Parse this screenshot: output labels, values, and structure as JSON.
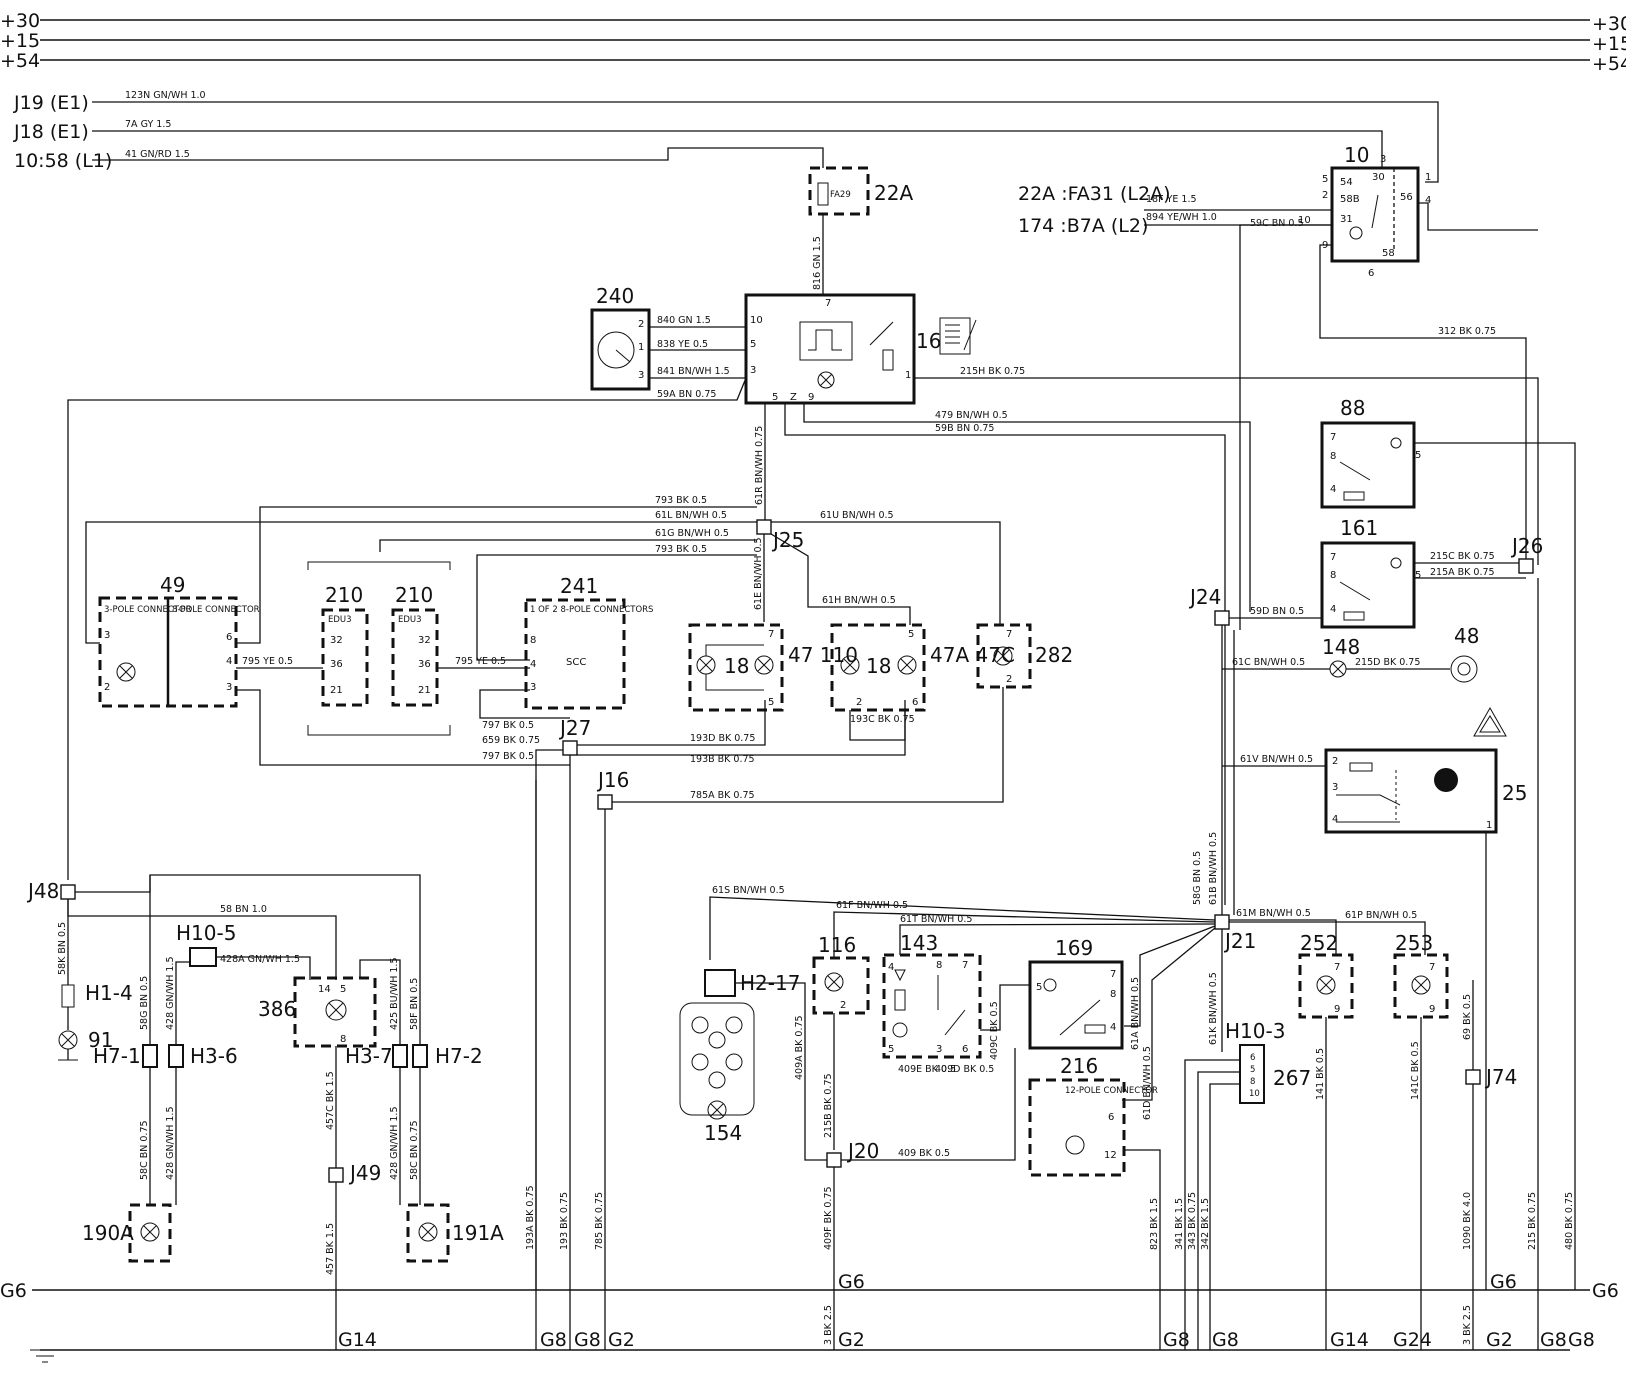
{
  "power_rails": [
    "+30",
    "+15",
    "+54"
  ],
  "ground_rail": "G6",
  "inputs": [
    {
      "label": "J19 (E1)",
      "wire": "123N GN/WH 1.0"
    },
    {
      "label": "J18 (E1)",
      "wire": "7A GY 1.5"
    },
    {
      "label": "10:58 (L1)",
      "wire": "41 GN/RD 1.5"
    }
  ],
  "fuse_refs": [
    "22A :FA31 (L2A)",
    "174 :B7A (L2)"
  ],
  "components": {
    "c22A": "22A",
    "fa29": "FA29",
    "c240": "240",
    "c16": "16",
    "c10": "10",
    "c88": "88",
    "c161": "161",
    "c49": "49",
    "conn3": "3-POLE CONNECTOR",
    "conn8": "8-POLE CONNECTOR",
    "c210a": "210",
    "c210b": "210",
    "edu3": "EDU3",
    "c241": "241",
    "c241_note": "1 OF 2 8-POLE CONNECTORS",
    "scc": "SCC",
    "c18a": "18",
    "c47_110": "47 110",
    "c18b": "18",
    "c47A_47C": "47A 47C",
    "c282": "282",
    "c48": "48",
    "c148": "148",
    "c25": "25",
    "c116": "116",
    "c143": "143",
    "c169": "169",
    "c216": "216",
    "c216_note": "12-POLE CONNECTOR",
    "c252": "252",
    "c253": "253",
    "c267": "267",
    "c154": "154",
    "c386": "386",
    "c91": "91",
    "c190A": "190A",
    "c191A": "191A"
  },
  "junctions": {
    "J25": "J25",
    "J26": "J26",
    "J24": "J24",
    "J27": "J27",
    "J16": "J16",
    "J21": "J21",
    "J48": "J48",
    "J49": "J49",
    "J20": "J20",
    "J74": "J74",
    "H10_5": "H10-5",
    "H1_4": "H1-4",
    "H7_1": "H7-1",
    "H3_6": "H3-6",
    "H3_7": "H3-7",
    "H7_2": "H7-2",
    "H2_17": "H2-17",
    "H10_3": "H10-3"
  },
  "wires": {
    "w816": "816 GN 1.5",
    "w840": "840 GN 1.5",
    "w838": "838 YE 0.5",
    "w841": "841 BN/WH 1.5",
    "w59A": "59A BN 0.75",
    "w215H": "215H BK 0.75",
    "w479": "479 BN/WH 0.5",
    "w59B": "59B BN 0.75",
    "w61R": "61R BN/WH 0.75",
    "w18F": "18F YE 1.5",
    "w894": "894 YE/WH 1.0",
    "w59C": "59C BN 0.5",
    "w312": "312 BK 0.75",
    "w793a": "793 BK 0.5",
    "w61L": "61L BN/WH 0.5",
    "w61G": "61G BN/WH 0.5",
    "w793b": "793 BK 0.5",
    "w61U": "61U BN/WH 0.5",
    "w61E": "61E BN/WH 0.5",
    "w61H": "61H BN/WH 0.5",
    "w795a": "795 YE 0.5",
    "w795b": "795 YE 0.5",
    "w797a": "797 BK 0.5",
    "w659": "659 BK 0.75",
    "w797b": "797 BK 0.5",
    "w193D": "193D BK 0.75",
    "w193B": "193B BK 0.75",
    "w193C": "193C BK 0.75",
    "w785A": "785A BK 0.75",
    "w215C": "215C BK 0.75",
    "w215A": "215A BK 0.75",
    "w59D": "59D BN 0.5",
    "w61C": "61C BN/WH 0.5",
    "w215D": "215D BK 0.75",
    "w61V": "61V BN/WH 0.5",
    "w58G": "58G BN 0.5",
    "w61B": "61B BN/WH 0.5",
    "w61S": "61S BN/WH 0.5",
    "w61F": "61F BN/WH 0.5",
    "w61T": "61T BN/WH 0.5",
    "w61M": "61M BN/WH 0.5",
    "w61P": "61P BN/WH 0.5",
    "w61A": "61A BN/WH 0.5",
    "w61D": "61D BN/WH 0.5",
    "w61K": "61K BN/WH 0.5",
    "w409C": "409C BK 0.5",
    "w409E": "409E BK 0.5",
    "w409D": "409D BK 0.5",
    "w409A": "409A BK 0.75",
    "w215B": "215B BK 0.75",
    "w409": "409 BK 0.5",
    "w409F": "409F BK 0.75",
    "w58": "58 BN 1.0",
    "w58K": "58K BN 0.5",
    "w428A": "428A GN/WH 1.5",
    "w58G2": "58G BN 0.5",
    "w428": "428 GN/WH 1.5",
    "w425": "425 BU/WH 1.5",
    "w58F": "58F BN 0.5",
    "w457C": "457C BK 1.5",
    "w58C": "58C BN 0.75",
    "w428B": "428 GN/WH 1.5",
    "w428C": "428 GN/WH 1.5",
    "w58C2": "58C BN 0.75",
    "w457": "457 BK 1.5",
    "w193A": "193A BK 0.75",
    "w193": "193 BK 0.75",
    "w785": "785 BK 0.75",
    "w3BK": "3 BK 2.5",
    "w823": "823 BK 1.5",
    "w341": "341 BK 1.5",
    "w343": "343 BK 0.75",
    "w342": "342 BK 1.5",
    "w141": "141 BK 0.5",
    "w141C": "141C BK 0.5",
    "w69": "69 BK 0.5",
    "w1090": "1090 BK 4.0",
    "w215": "215 BK 0.75",
    "w480": "480 BK 0.75",
    "w3BK2": "3 BK 2.5"
  },
  "grounds": {
    "g14a": "G14",
    "g8a": "G8",
    "g8b": "G8",
    "g2a": "G2",
    "g2b": "G2",
    "g8c": "G8",
    "g8d": "G8",
    "g14b": "G14",
    "g24": "G24",
    "g2c": "G2",
    "g8e": "G8",
    "g8f": "G8",
    "g6a": "G6",
    "g6b": "G6",
    "g6c": "G6"
  }
}
